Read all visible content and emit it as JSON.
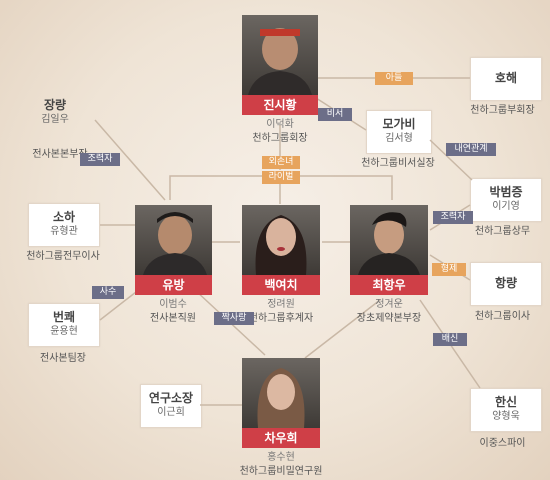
{
  "colors": {
    "accent_red": "#cf3f47",
    "orange_tag": "#e7a45d",
    "slate_tag": "#6c6e88",
    "line": "#c9b8a6"
  },
  "main": {
    "jinsihwang": {
      "name": "진시황",
      "actor": "이덕화",
      "role": "천하그룹회장"
    },
    "yubang": {
      "name": "유방",
      "actor": "이범수",
      "role": "전사본직원"
    },
    "baekyeochi": {
      "name": "백여치",
      "actor": "정려원",
      "role": "천하그룹후계자"
    },
    "choehangu": {
      "name": "최항우",
      "actor": "정겨운",
      "role": "장초제약본부장"
    },
    "chauhui": {
      "name": "차우희",
      "actor": "홍수현",
      "role": "천하그룹비밀연구원"
    }
  },
  "side": {
    "janglyang": {
      "name": "장량",
      "actor": "김일우",
      "role": "전사본본부장"
    },
    "soha": {
      "name": "소하",
      "actor": "유형관",
      "role": "천하그룹전무이사"
    },
    "beonkwae": {
      "name": "번쾌",
      "actor": "윤용현",
      "role": "전사본팀장"
    },
    "hohae": {
      "name": "호해",
      "actor": "",
      "role": "천하그룹부회장"
    },
    "mogabi": {
      "name": "모가비",
      "actor": "김서형",
      "role": "천하그룹비서실장"
    },
    "bakbeomjeung": {
      "name": "박범증",
      "actor": "이기영",
      "role": "천하그룹상무"
    },
    "hangnyang": {
      "name": "항량",
      "actor": "",
      "role": "천하그룹이사"
    },
    "hansin": {
      "name": "한신",
      "actor": "양형욱",
      "role": "이중스파이"
    },
    "yeongusojang": {
      "name": "연구소장",
      "actor": "이근희",
      "role": ""
    }
  },
  "relations": {
    "son": "아들",
    "secretary": "비서",
    "affair": "내연관계",
    "granddaughter": "외손녀",
    "rival": "라이벌",
    "helper_left": "조력자",
    "helper_right": "조력자",
    "mentor": "사수",
    "brothers": "형제",
    "crush": "짝사랑",
    "betrayal": "배신"
  }
}
